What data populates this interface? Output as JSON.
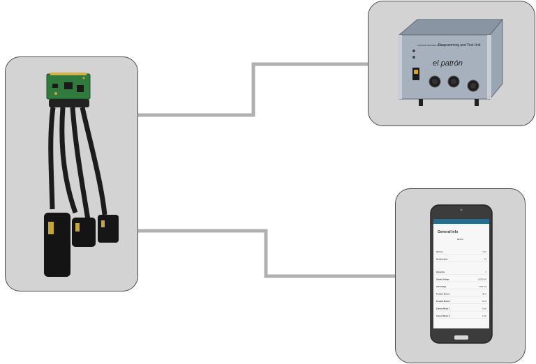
{
  "programmer": {
    "brand": "LISCHKE TECHNOLOGIES",
    "label": "Programming and Test Unit",
    "name": "el patrón"
  },
  "phone": {
    "title": "General Info",
    "subtitle": "Refresh",
    "rows": [
      {
        "label": "Version",
        "value": "1.0.0"
      },
      {
        "label": "Serialnumber",
        "value": "15"
      },
      {
        "label": "Lifecycles",
        "value": "0"
      },
      {
        "label": "Supply Voltage",
        "value": "12230 mV"
      },
      {
        "label": "A/D Voltage",
        "value": "3327 mV"
      },
      {
        "label": "Position Motor 1",
        "value": "98 %"
      },
      {
        "label": "Position Motor 2",
        "value": "97 %"
      },
      {
        "label": "Current Motor 1",
        "value": "0 mA"
      },
      {
        "label": "Current Motor 2",
        "value": "0 mA"
      }
    ]
  }
}
